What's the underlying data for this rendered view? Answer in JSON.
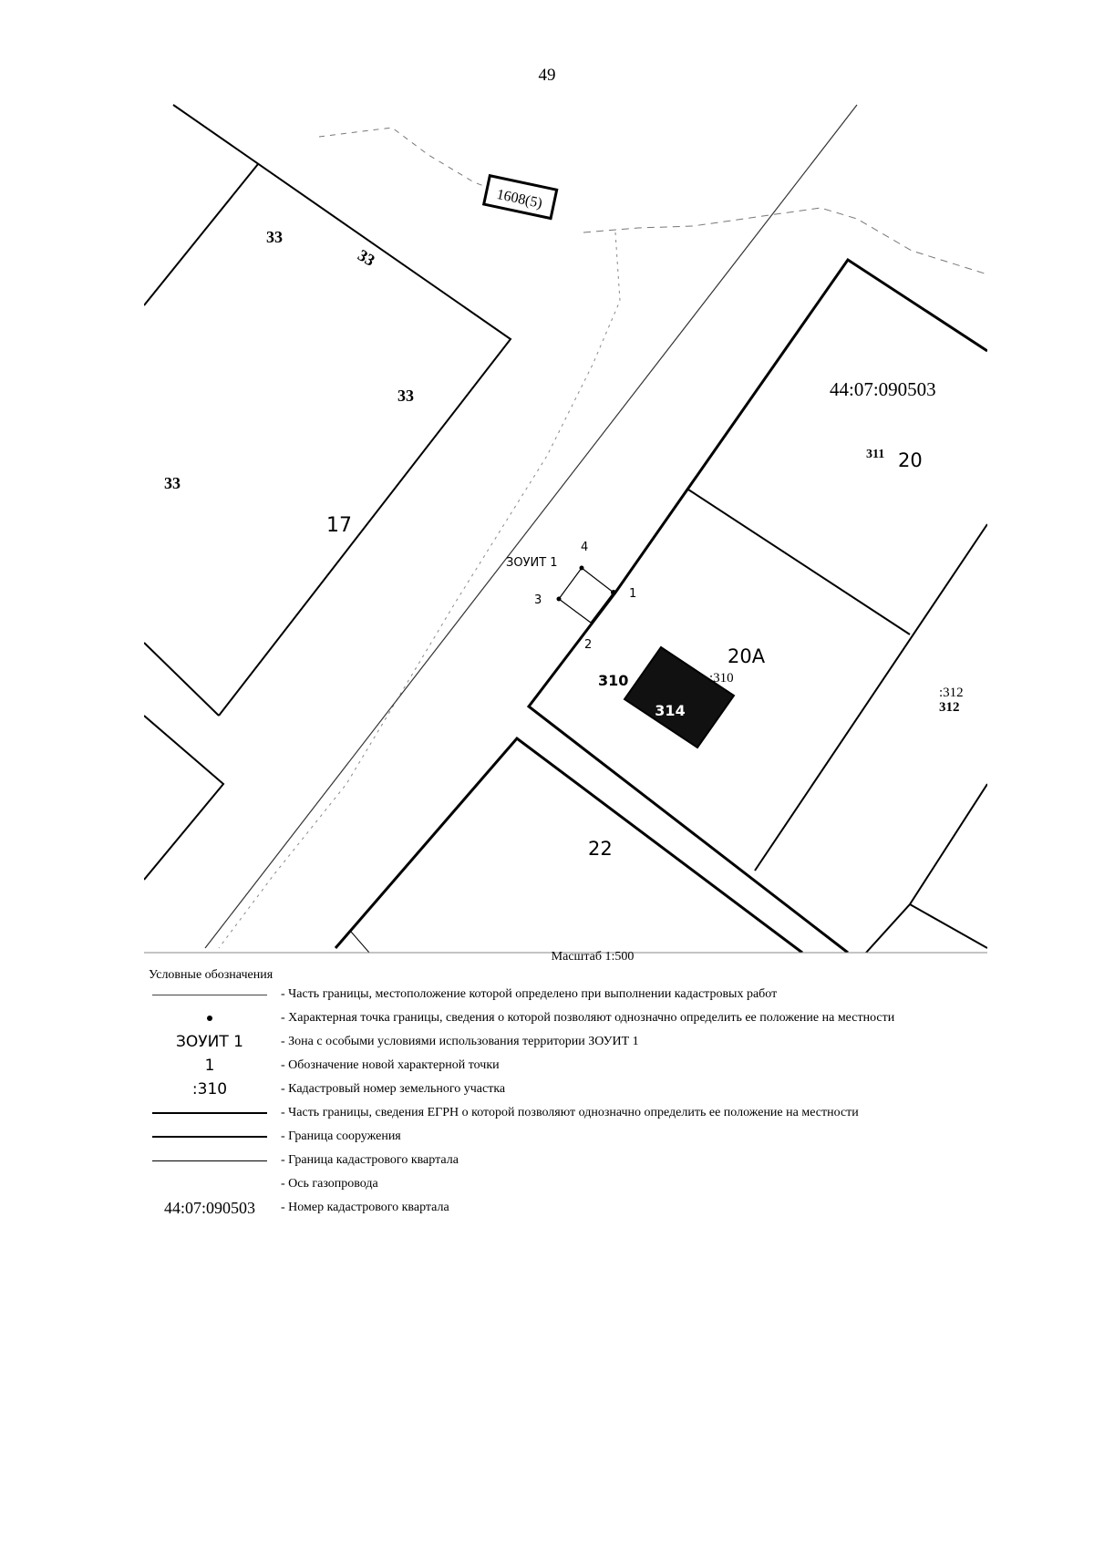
{
  "page_number": "49",
  "map": {
    "parcel_labels": {
      "p33_a": "33",
      "p33_b": "33",
      "p33_c": "33",
      "p33_d": "33",
      "p17": "17",
      "p20": "20",
      "p311": "311",
      "p20a": "20A",
      "p310": "310",
      "p310_cad": ":310",
      "p314": "314",
      "p312_cad": ":312",
      "p312": "312",
      "p22": "22",
      "p1608": "1608(5)"
    },
    "quarter_number": "44:07:090503",
    "zone_label": "ЗОУИТ 1",
    "points": [
      "1",
      "2",
      "3",
      "4"
    ]
  },
  "scale": "Масштаб 1:500",
  "legend": {
    "title": "Условные обозначения",
    "rows": [
      {
        "symbol": "",
        "text": "- Часть границы, местоположение которой определено при выполнении кадастровых работ"
      },
      {
        "symbol": "",
        "text": "- Характерная точка границы, сведения о которой позволяют однозначно определить ее положение на местности"
      },
      {
        "symbol": "ЗОУИТ 1",
        "text": "- Зона с особыми условиями использования территории ЗОУИТ 1"
      },
      {
        "symbol": "1",
        "text": "- Обозначение новой характерной точки"
      },
      {
        "symbol": ":310",
        "text": "- Кадастровый номер земельного участка"
      },
      {
        "symbol": "",
        "text": "- Часть границы, сведения ЕГРН о которой позволяют однозначно определить ее положение на местности"
      },
      {
        "symbol": "",
        "text": "- Граница сооружения"
      },
      {
        "symbol": "",
        "text": "- Граница кадастрового квартала"
      },
      {
        "symbol": "",
        "text": "- Ось газопровода"
      },
      {
        "symbol": "44:07:090503",
        "text": "- Номер кадастрового квартала"
      }
    ]
  }
}
